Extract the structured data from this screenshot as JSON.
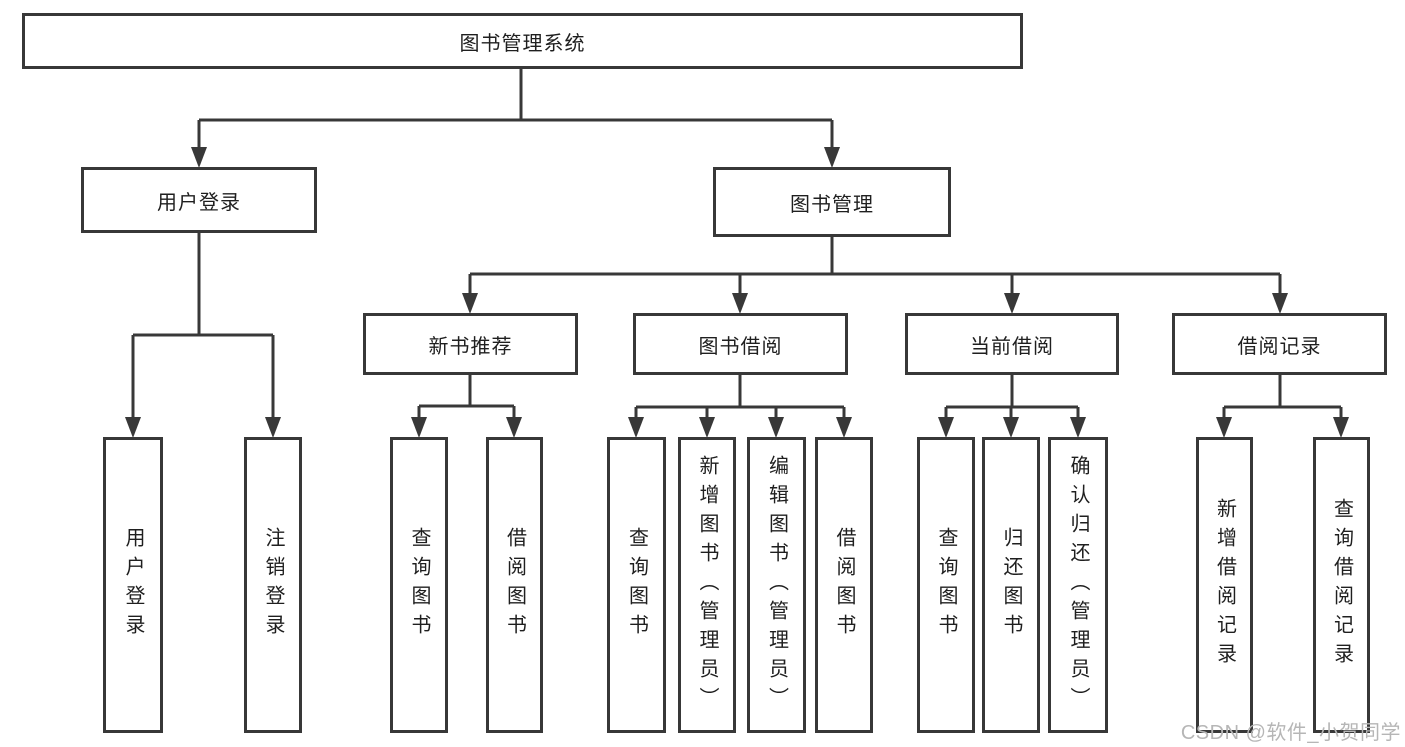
{
  "diagram": {
    "root": {
      "label": "图书管理系统"
    },
    "user_login": {
      "label": "用户登录",
      "children": {
        "login": {
          "label": "用户登录"
        },
        "logout": {
          "label": "注销登录"
        }
      }
    },
    "book_management": {
      "label": "图书管理",
      "new_book_recommendation": {
        "label": "新书推荐",
        "children": {
          "query_books": {
            "label": "查询图书"
          },
          "borrow_books": {
            "label": "借阅图书"
          }
        }
      },
      "book_borrowing": {
        "label": "图书借阅",
        "children": {
          "query_books": {
            "label": "查询图书"
          },
          "add_books": {
            "label": "新增图书（管理员）"
          },
          "edit_books": {
            "label": "编辑图书（管理员）"
          },
          "borrow_books": {
            "label": "借阅图书"
          }
        }
      },
      "current_borrowing": {
        "label": "当前借阅",
        "children": {
          "query_books": {
            "label": "查询图书"
          },
          "return_books": {
            "label": "归还图书"
          },
          "confirm_return": {
            "label": "确认归还（管理员）"
          }
        }
      },
      "borrowing_records": {
        "label": "借阅记录",
        "children": {
          "add_record": {
            "label": "新增借阅记录"
          },
          "query_record": {
            "label": "查询借阅记录"
          }
        }
      }
    }
  },
  "watermark": {
    "text": "CSDN @软件_小贺同学"
  },
  "colors": {
    "line": "#383838",
    "text": "#1f1f1f",
    "background": "#ffffff",
    "watermark": "#b6b6b6"
  }
}
